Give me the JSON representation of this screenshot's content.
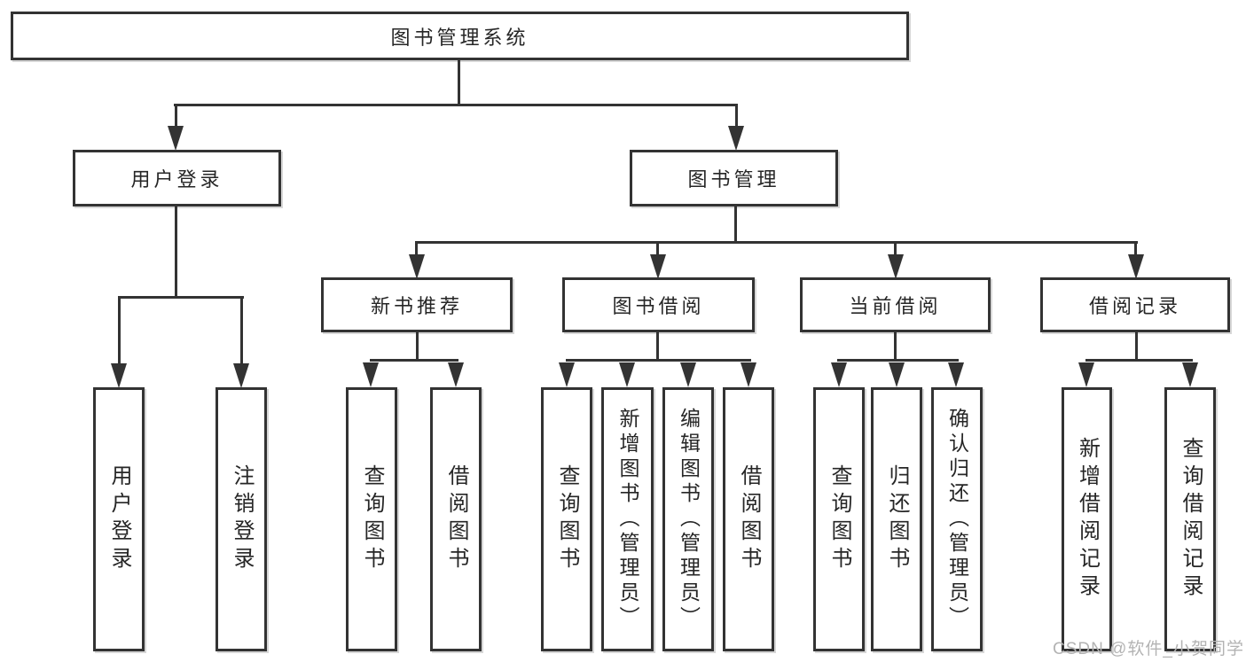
{
  "tree": {
    "root": {
      "label": "图书管理系统"
    },
    "children": [
      {
        "label": "用户登录",
        "children": [
          {
            "label": "用户登录"
          },
          {
            "label": "注销登录"
          }
        ]
      },
      {
        "label": "图书管理",
        "children": [
          {
            "label": "新书推荐",
            "children": [
              {
                "label": "查询图书"
              },
              {
                "label": "借阅图书"
              }
            ]
          },
          {
            "label": "图书借阅",
            "children": [
              {
                "label": "查询图书"
              },
              {
                "label": "新增图书（管理员）"
              },
              {
                "label": "编辑图书（管理员）"
              },
              {
                "label": "借阅图书"
              }
            ]
          },
          {
            "label": "当前借阅",
            "children": [
              {
                "label": "查询图书"
              },
              {
                "label": "归还图书"
              },
              {
                "label": "确认归还（管理员）"
              }
            ]
          },
          {
            "label": "借阅记录",
            "children": [
              {
                "label": "新增借阅记录"
              },
              {
                "label": "查询借阅记录"
              }
            ]
          }
        ]
      }
    ]
  },
  "watermark": "CSDN @软件_小贺同学",
  "colors": {
    "line": "#333333",
    "text": "#262626",
    "background": "#ffffff",
    "watermark": "#b3b3b3"
  }
}
